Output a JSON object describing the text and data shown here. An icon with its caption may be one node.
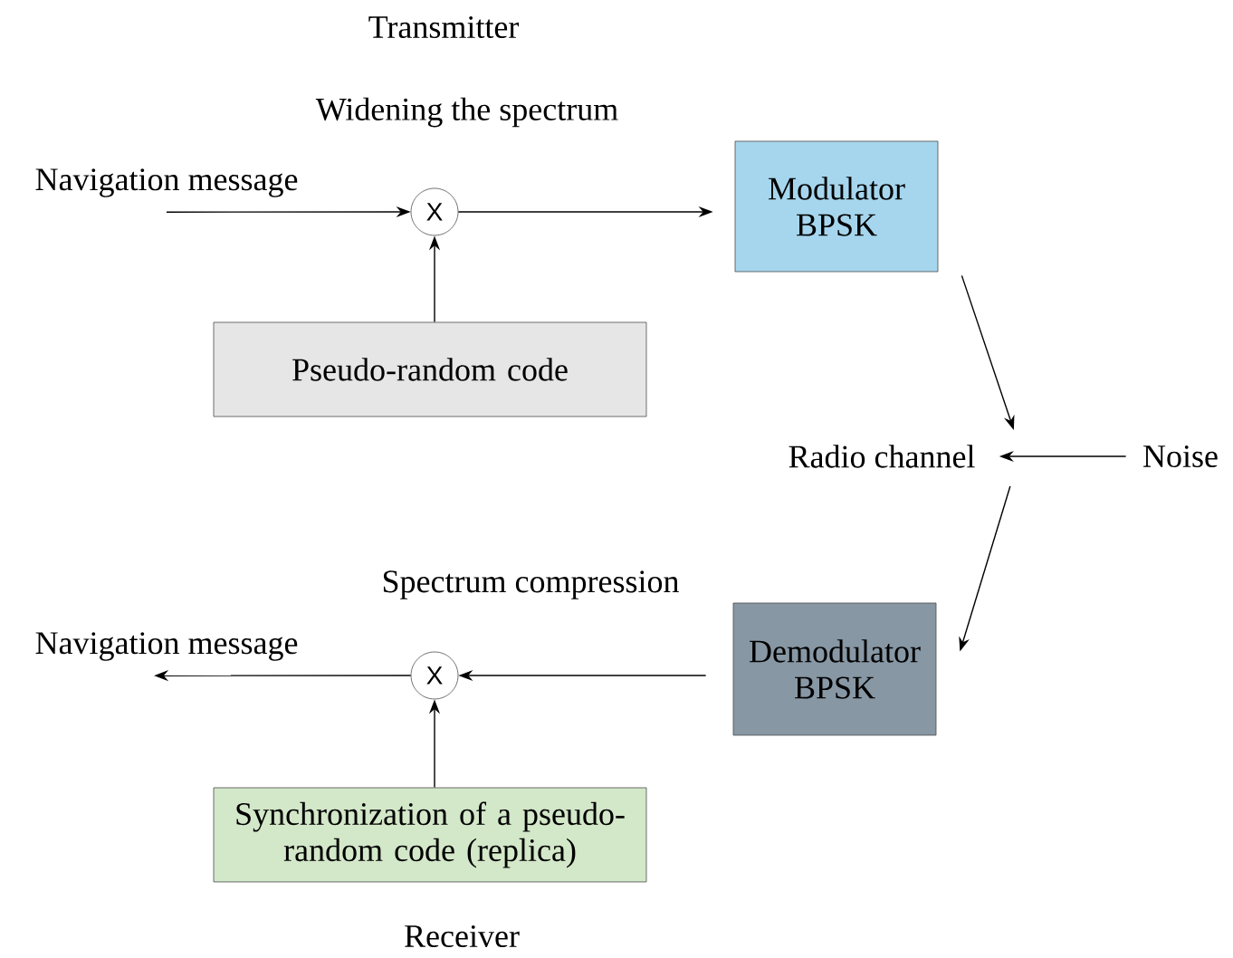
{
  "diagram": {
    "nodes": [
      {
        "text": [
          "Navigation message"
        ]
      },
      {
        "text": [
          "X"
        ]
      },
      {
        "text": [
          "Modulator BPSK"
        ]
      },
      {
        "text": [
          "Pseudo-random code"
        ]
      },
      {
        "text": [
          "Radio channel"
        ]
      },
      {
        "text": [
          "Noise"
        ]
      },
      {
        "text": [
          "Demodulator BPSK"
        ]
      },
      {
        "text": [
          "X"
        ]
      },
      {
        "text": [
          "Navigation message"
        ]
      },
      {
        "text": [
          "Synchronization of a pseudo-random code (replica)"
        ]
      }
    ],
    "edges": [
      {
        "from": 0,
        "to": 1,
        "arrow": "to"
      },
      {
        "from": 1,
        "to": 2,
        "arrow": "to"
      },
      {
        "from": 3,
        "to": 1,
        "arrow": "to"
      },
      {
        "from": 2,
        "to": 4,
        "arrow": "to"
      },
      {
        "from": 5,
        "to": 4,
        "arrow": "to"
      },
      {
        "from": 4,
        "to": 6,
        "arrow": "to"
      },
      {
        "from": 6,
        "to": 7,
        "arrow": "to"
      },
      {
        "from": 7,
        "to": 8,
        "arrow": "to"
      },
      {
        "from": 9,
        "to": 7,
        "arrow": "to"
      }
    ],
    "labels": [
      "Transmitter",
      "Widening the spectrum",
      "Spectrum compression",
      "Receiver"
    ]
  }
}
